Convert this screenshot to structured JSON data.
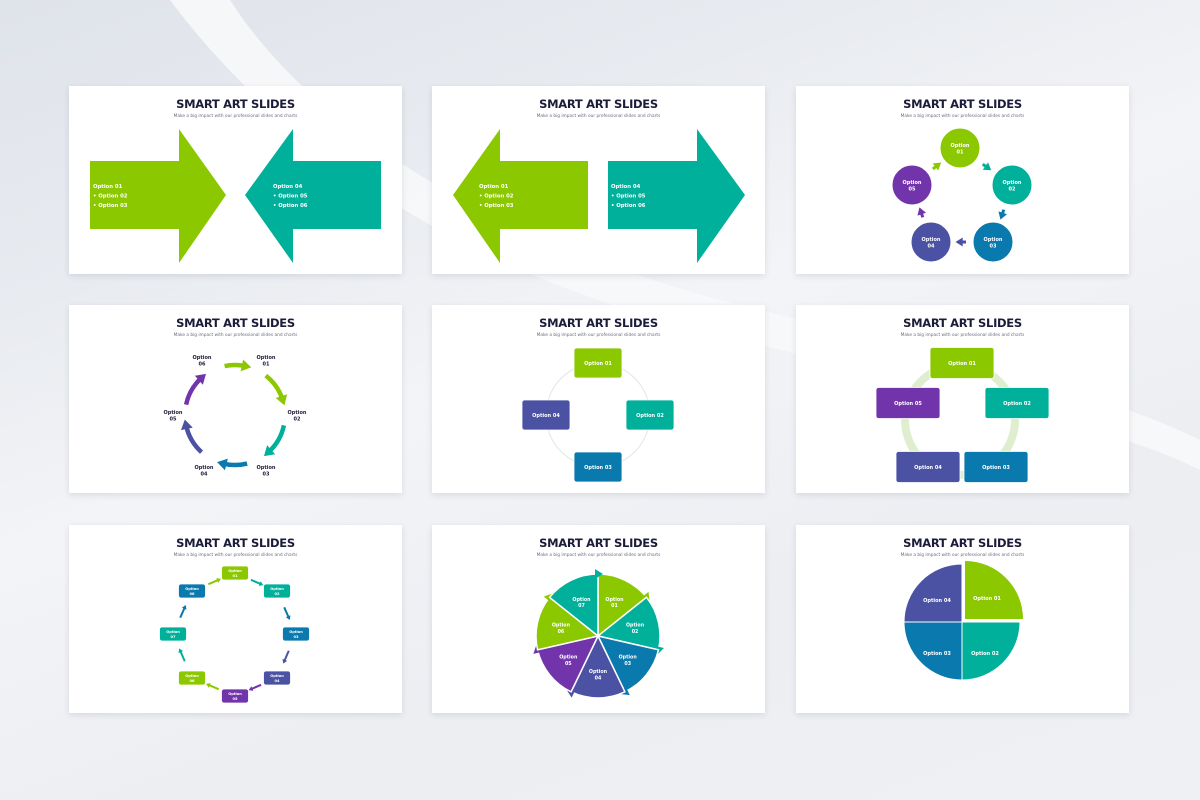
{
  "title": "SMART ART SLIDES",
  "subtitle": "Make a big impact with our professional slides and charts",
  "colors": {
    "green": "#8cc800",
    "teal": "#00b09b",
    "blue": "#0a79ae",
    "indigo": "#4b52a3",
    "purple": "#7234ab",
    "title": "#1b1b3a",
    "ring": "#e0eed0"
  },
  "slides": [
    {
      "type": "arrows-converging",
      "left": [
        "Option 01",
        "• Option 02",
        "• Option 03"
      ],
      "right": [
        "Option 04",
        "• Option 05",
        "• Option 06"
      ]
    },
    {
      "type": "arrows-diverging",
      "left": [
        "Option 01",
        "• Option 02",
        "• Option 03"
      ],
      "right": [
        "Option 04",
        "• Option 05",
        "• Option 06"
      ]
    },
    {
      "type": "circle-cycle",
      "options": [
        "Option 01",
        "Option 02",
        "Option 03",
        "Option 04",
        "Option 05"
      ]
    },
    {
      "type": "arrow-ring",
      "options": [
        "Option 01",
        "Option 02",
        "Option 03",
        "Option 04",
        "Option 05",
        "Option 06"
      ]
    },
    {
      "type": "box-cycle-4",
      "options": [
        "Option 01",
        "Option 02",
        "Option 03",
        "Option 04"
      ]
    },
    {
      "type": "box-ring-5",
      "options": [
        "Option 01",
        "Option 02",
        "Option 03",
        "Option 04",
        "Option 05"
      ]
    },
    {
      "type": "box-octagon",
      "options": [
        "Option 01",
        "Option 02",
        "Option 03",
        "Option 04",
        "Option 05",
        "Option 06",
        "Option 07",
        "Option 08"
      ]
    },
    {
      "type": "pie-7",
      "options": [
        "Option 01",
        "Option 02",
        "Option 03",
        "Option 04",
        "Option 05",
        "Option 06",
        "Option 07"
      ]
    },
    {
      "type": "quadrant-pie",
      "options": [
        "Option 01",
        "Option 02",
        "Option 03",
        "Option 04"
      ]
    }
  ]
}
